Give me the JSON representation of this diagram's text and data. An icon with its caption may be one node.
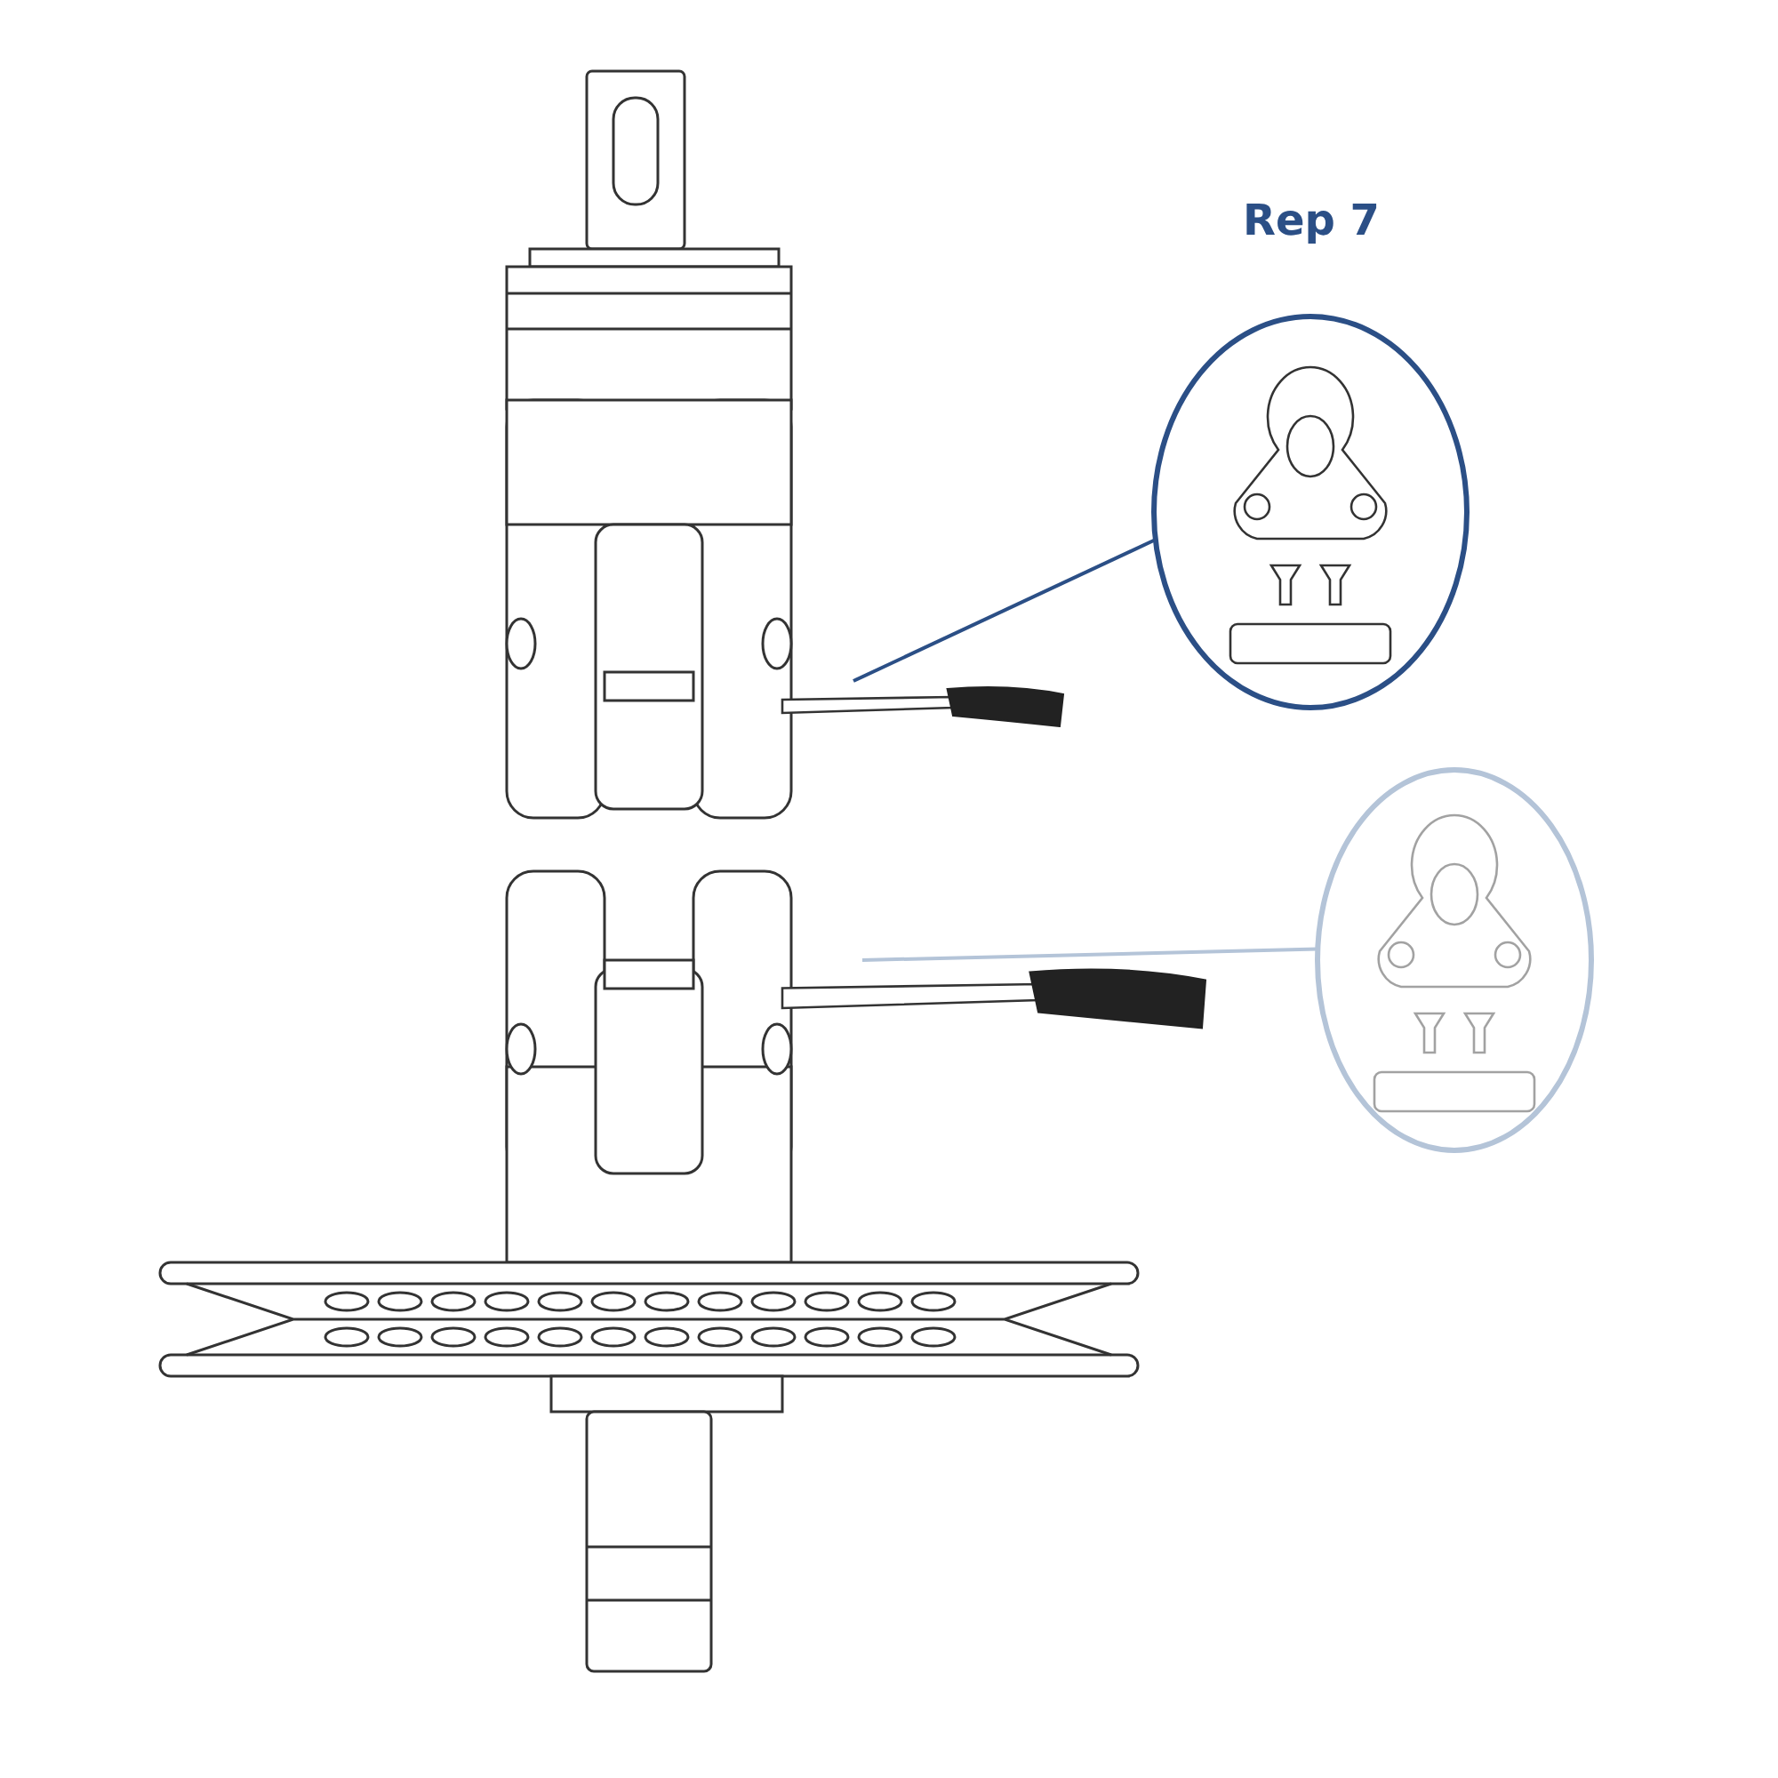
{
  "diagram": {
    "nodes": [
      {
        "text": [
          "Rep 7"
        ]
      },
      {
        "text": [],
        "shape": "picture"
      },
      {
        "text": [],
        "shape": "picture"
      },
      {
        "text": [],
        "shape": "picture"
      }
    ],
    "edges": [
      {
        "from": 0,
        "to": 1,
        "arrow": "none",
        "color": "#2b4f86"
      },
      {
        "from": 2,
        "to": 3,
        "arrow": "none",
        "color": "#b4c4d8"
      }
    ]
  }
}
